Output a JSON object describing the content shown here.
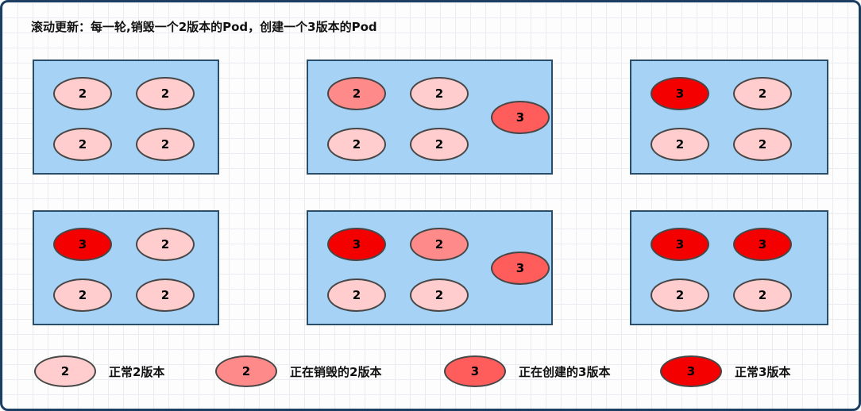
{
  "title": "滚动更新：每一轮,销毁一个2版本的Pod，创建一个3版本的Pod",
  "colors": {
    "normal_v2": "#FFCDCD",
    "destroying_v2": "#FF8A8A",
    "creating_v3": "#FF5C5C",
    "normal_v3": "#F50000",
    "box_fill": "#A6D2F5",
    "box_border": "#2A4D69",
    "frame_border": "#1C3E63"
  },
  "stages": [
    {
      "pods": [
        {
          "label": "2",
          "state": "normal_v2"
        },
        {
          "label": "2",
          "state": "normal_v2"
        },
        {
          "label": "2",
          "state": "normal_v2"
        },
        {
          "label": "2",
          "state": "normal_v2"
        }
      ]
    },
    {
      "pods": [
        {
          "label": "2",
          "state": "destroying_v2"
        },
        {
          "label": "2",
          "state": "normal_v2"
        },
        {
          "label": "2",
          "state": "normal_v2"
        },
        {
          "label": "2",
          "state": "normal_v2"
        }
      ],
      "extra": {
        "label": "3",
        "state": "creating_v3"
      }
    },
    {
      "pods": [
        {
          "label": "3",
          "state": "normal_v3"
        },
        {
          "label": "2",
          "state": "normal_v2"
        },
        {
          "label": "2",
          "state": "normal_v2"
        },
        {
          "label": "2",
          "state": "normal_v2"
        }
      ]
    },
    {
      "pods": [
        {
          "label": "3",
          "state": "normal_v3"
        },
        {
          "label": "2",
          "state": "normal_v2"
        },
        {
          "label": "2",
          "state": "normal_v2"
        },
        {
          "label": "2",
          "state": "normal_v2"
        }
      ]
    },
    {
      "pods": [
        {
          "label": "3",
          "state": "normal_v3"
        },
        {
          "label": "2",
          "state": "destroying_v2"
        },
        {
          "label": "2",
          "state": "normal_v2"
        },
        {
          "label": "2",
          "state": "normal_v2"
        }
      ],
      "extra": {
        "label": "3",
        "state": "creating_v3"
      }
    },
    {
      "pods": [
        {
          "label": "3",
          "state": "normal_v3"
        },
        {
          "label": "3",
          "state": "normal_v3"
        },
        {
          "label": "2",
          "state": "normal_v2"
        },
        {
          "label": "2",
          "state": "normal_v2"
        }
      ]
    }
  ],
  "legend": [
    {
      "label": "2",
      "state": "normal_v2",
      "text": "正常2版本"
    },
    {
      "label": "2",
      "state": "destroying_v2",
      "text": "正在销毁的2版本"
    },
    {
      "label": "3",
      "state": "creating_v3",
      "text": "正在创建的3版本"
    },
    {
      "label": "3",
      "state": "normal_v3",
      "text": "正常3版本"
    }
  ]
}
